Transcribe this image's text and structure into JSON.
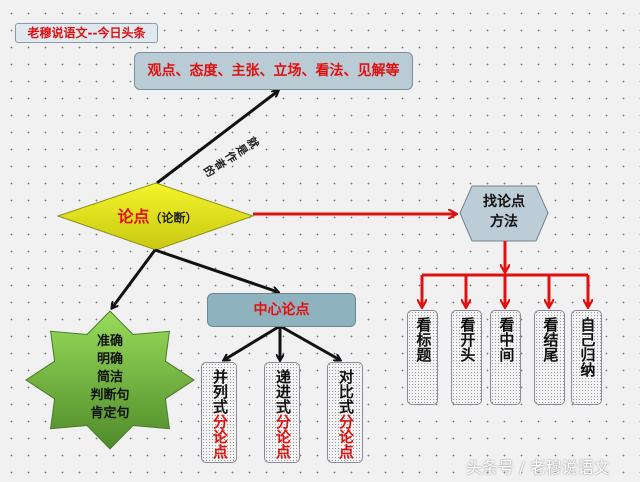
{
  "title_tag": "老穆说语文--今日头条",
  "top_box": "观点、态度、主张、立场、看法、见解等",
  "arrow_label": "就是作者的",
  "diamond": {
    "main": "论点",
    "sub": "（论断）"
  },
  "method_hex": {
    "line1": "找论点",
    "line2": "方法"
  },
  "methods": [
    "看标题",
    "看开头",
    "看中间",
    "看结尾",
    "自己归纳"
  ],
  "center_box": "中心论点",
  "star_lines": [
    "准确",
    "明确",
    "简洁",
    "判断句",
    "肯定句"
  ],
  "sub_points": [
    {
      "type": "并列式",
      "suffix": "分论点"
    },
    {
      "type": "递进式",
      "suffix": "分论点"
    },
    {
      "type": "对比式",
      "suffix": "分论点"
    }
  ],
  "watermark": "头条号 / 老穆说语文",
  "colors": {
    "red": "#e01010",
    "diamond": "#e6e619",
    "star": "#7cc23d",
    "box": "#b9ccd6"
  }
}
